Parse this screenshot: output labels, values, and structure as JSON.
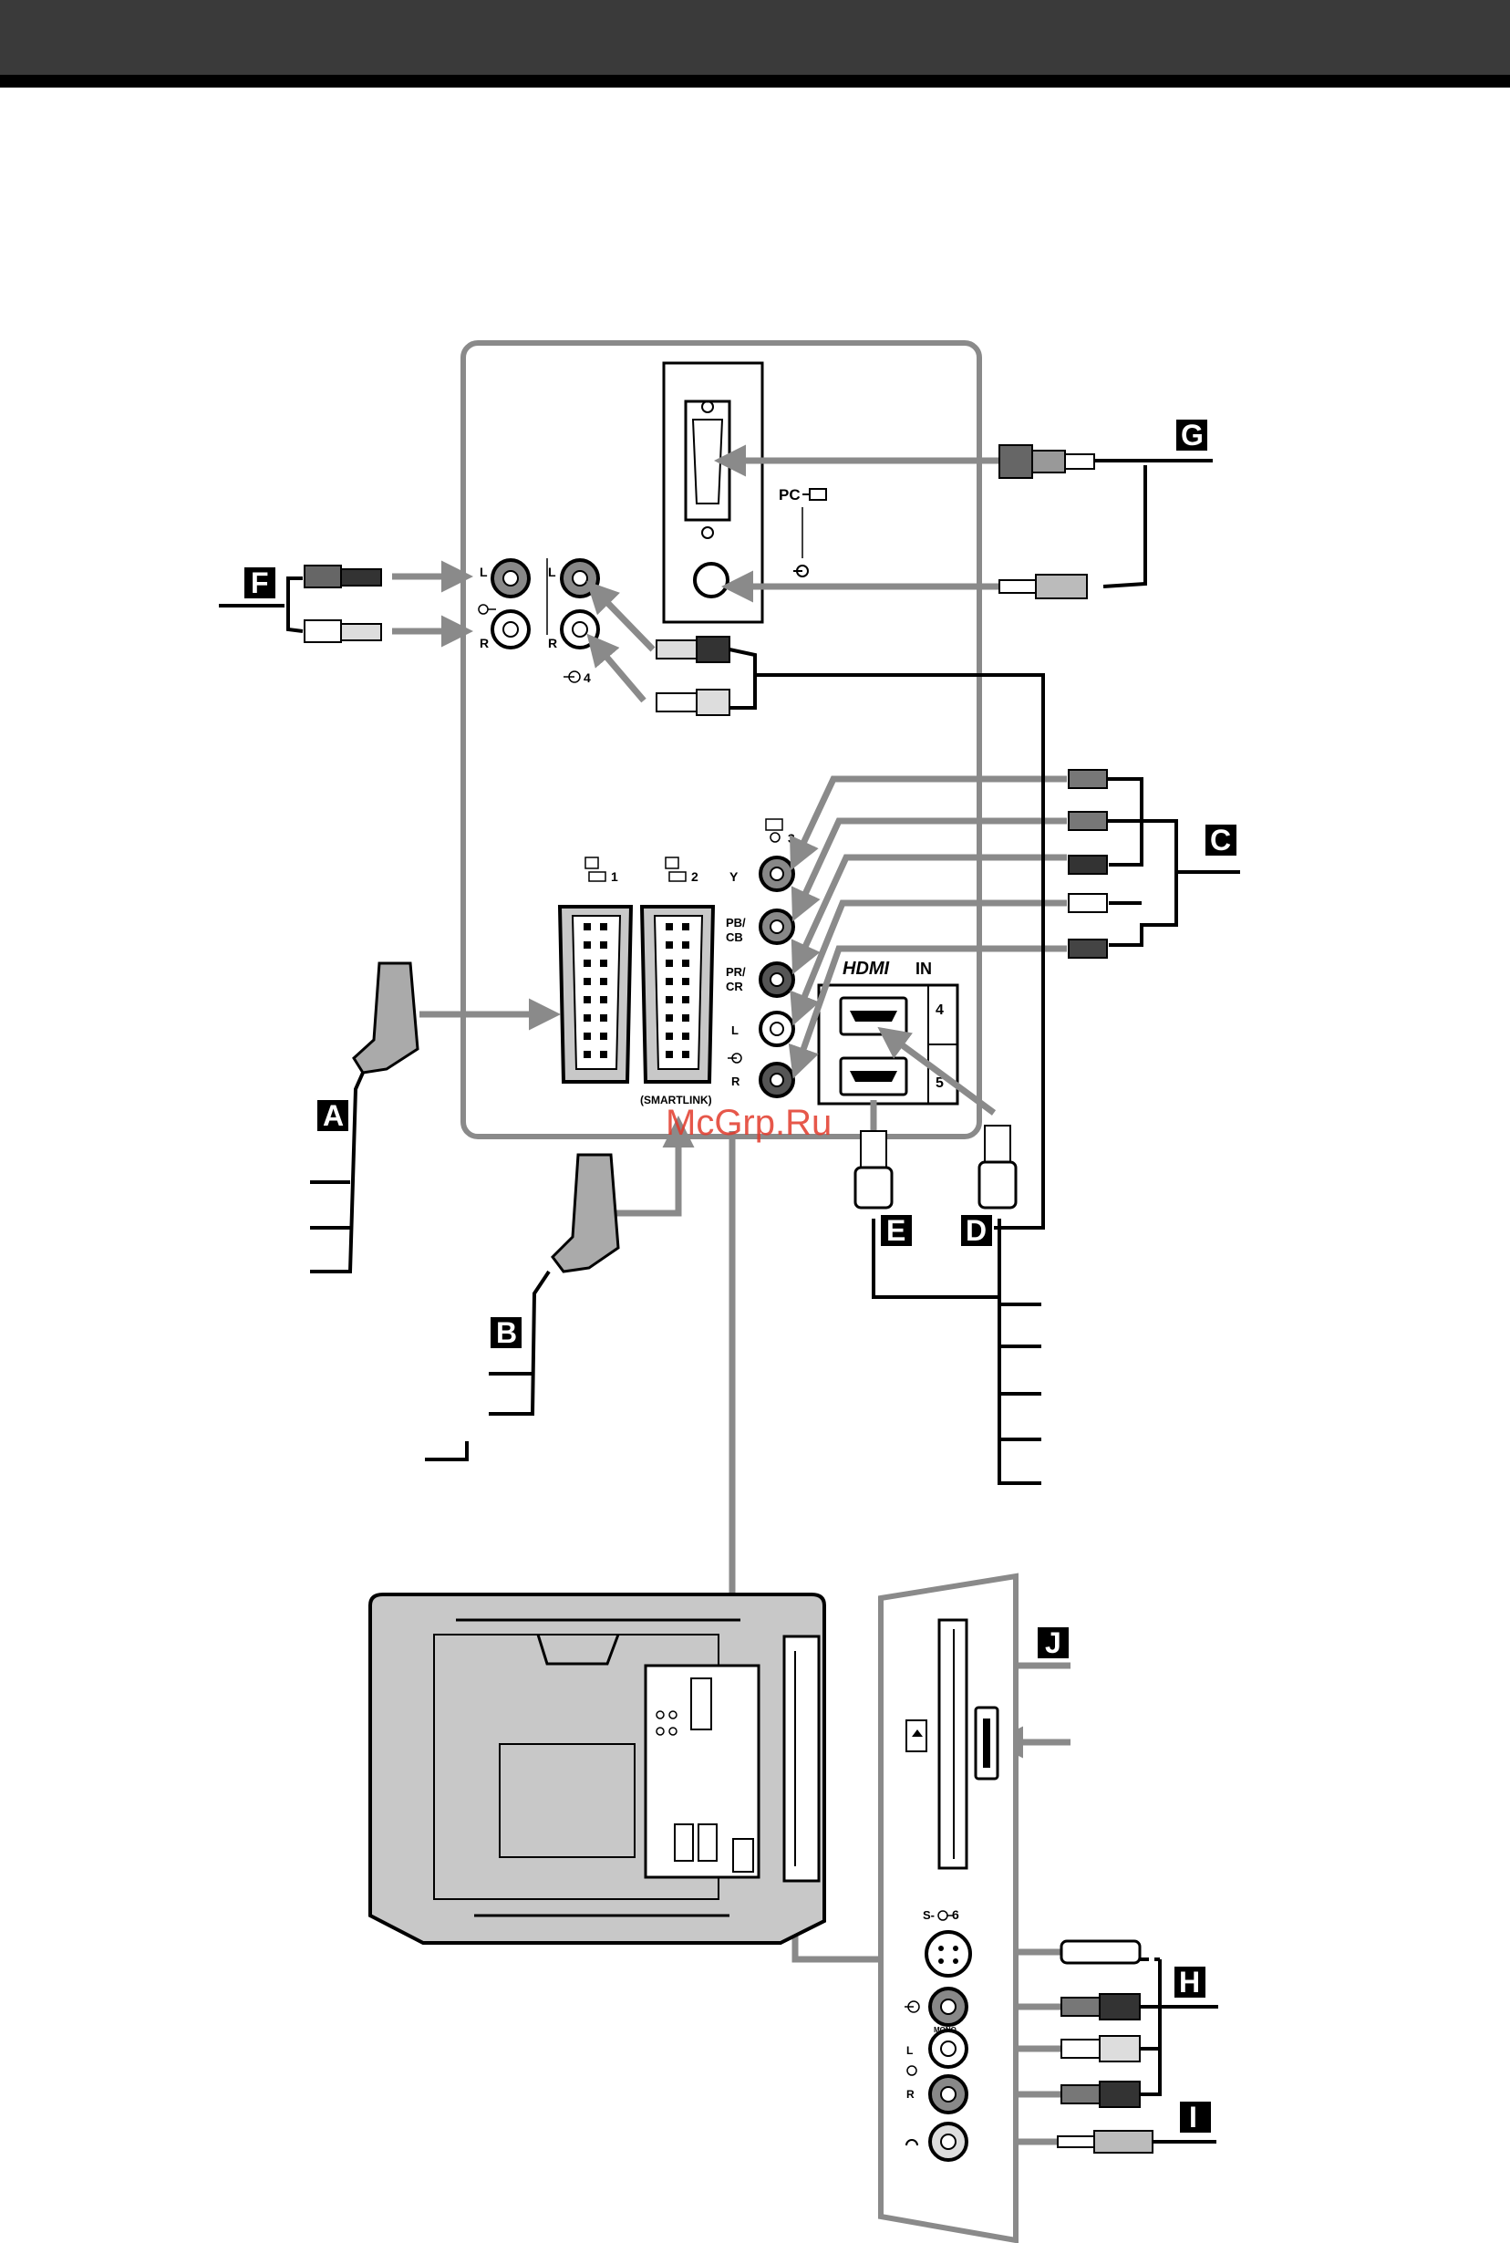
{
  "badges": {
    "a": "A",
    "b": "B",
    "c": "C",
    "d": "D",
    "e": "E",
    "f": "F",
    "g": "G",
    "h": "H",
    "i": "I",
    "j": "J"
  },
  "ports": {
    "pc": "PC",
    "audio_l": "L",
    "audio_r": "R",
    "av4": "4",
    "scart1": "1",
    "scart2": "2",
    "smartlink": "(SMARTLINK)",
    "comp3": "3",
    "y": "Y",
    "pb": "PB/",
    "cb": "CB",
    "pr": "PR/",
    "cr": "CR",
    "comp_l": "L",
    "comp_r": "R",
    "hdmi": "HDMI",
    "hdmi_in": "IN",
    "hdmi4": "4",
    "hdmi5": "5",
    "s6": "S-",
    "s6_num": "6",
    "mono": "MONO",
    "side_l": "L",
    "side_r": "R"
  },
  "watermark": "McGrp.Ru",
  "colors": {
    "cable_gray": "#8a8a8a",
    "panel_fill": "#c8c8c8",
    "badge": "#000000",
    "watermark": "#e23a2b"
  }
}
